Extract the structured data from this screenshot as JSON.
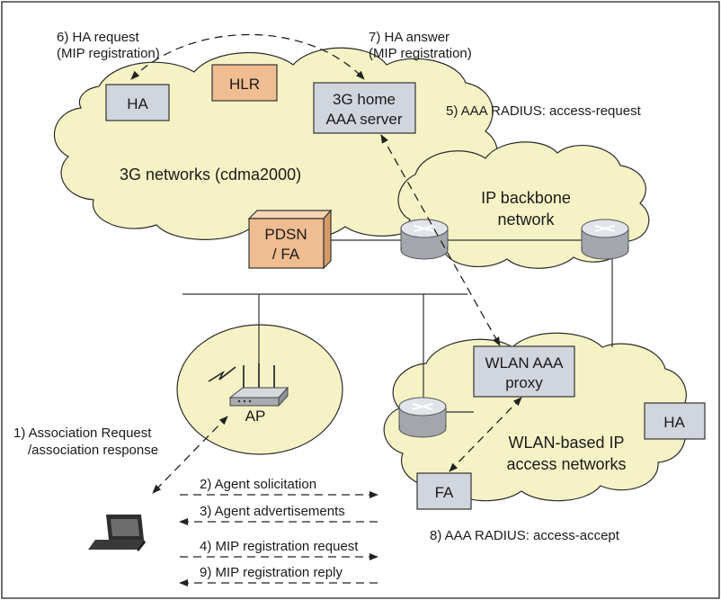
{
  "clouds": {
    "cdma": "3G networks (cdma2000)",
    "backbone": [
      "IP backbone",
      "network"
    ],
    "wlan": [
      "WLAN-based IP",
      "access networks"
    ]
  },
  "nodes": {
    "ha_top": "HA",
    "hlr": "HLR",
    "aaa_home": [
      "3G home",
      "AAA server"
    ],
    "pdsn": [
      "PDSN",
      "/ FA"
    ],
    "wlan_proxy": [
      "WLAN AAA",
      "proxy"
    ],
    "fa": "FA",
    "ha_right": "HA",
    "ap": "AP"
  },
  "messages": {
    "m1": [
      "1) Association Request",
      "/association response"
    ],
    "m2": "2) Agent solicitation",
    "m3": "3) Agent  advertisements",
    "m4": "4) MIP registration request",
    "m5": "5) AAA RADIUS: access-request",
    "m6": [
      "6) HA request",
      "(MIP registration)"
    ],
    "m7": [
      "7) HA answer",
      "(MIP registration)"
    ],
    "m8": "8) AAA RADIUS: access-accept",
    "m9": "9) MIP registration reply"
  }
}
